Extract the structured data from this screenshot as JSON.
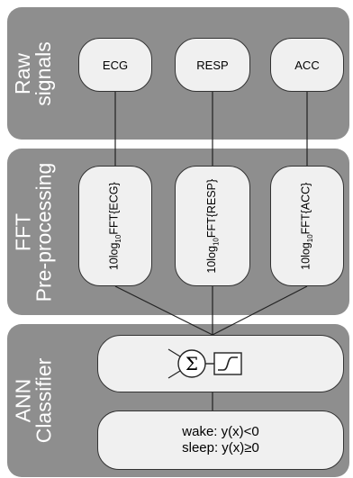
{
  "groups": {
    "raw": {
      "label_line1": "Raw",
      "label_line2": "signals"
    },
    "fft": {
      "label_line1": "FFT",
      "label_line2": "Pre-processing"
    },
    "ann": {
      "label_line1": "ANN",
      "label_line2": "Classifier"
    }
  },
  "signals": [
    "ECG",
    "RESP",
    "ACC"
  ],
  "fft_prefix": "10log",
  "fft_sub": "10",
  "fft_items": [
    "FFT{ECG}",
    "FFT{RESP}",
    "FFT{ACC}"
  ],
  "neuron": {
    "sum_symbol": "Σ"
  },
  "classification": {
    "wake": "wake: y(x)<0",
    "sleep": "sleep: y(x)≥0"
  }
}
